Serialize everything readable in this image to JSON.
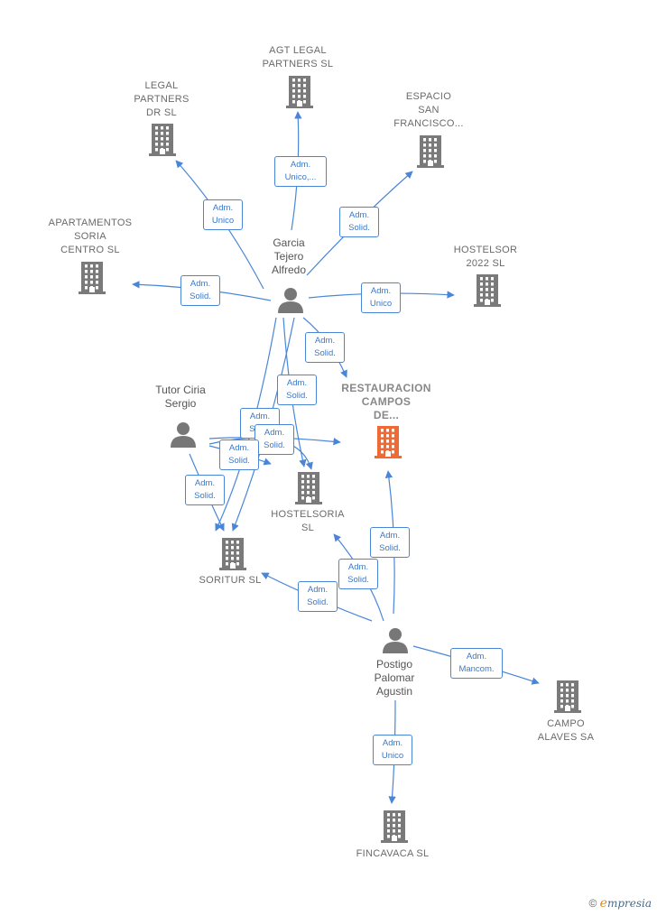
{
  "companies": [
    {
      "id": "agt",
      "lines": [
        "AGT LEGAL",
        "PARTNERS  SL"
      ]
    },
    {
      "id": "legal",
      "lines": [
        "LEGAL",
        "PARTNERS",
        "DR  SL"
      ]
    },
    {
      "id": "espacio",
      "lines": [
        "ESPACIO",
        "SAN",
        "FRANCISCO..."
      ]
    },
    {
      "id": "apartamentos",
      "lines": [
        "APARTAMENTOS",
        "SORIA",
        "CENTRO  SL"
      ]
    },
    {
      "id": "hostelsor",
      "lines": [
        "HOSTELSOR",
        "2022  SL"
      ]
    },
    {
      "id": "restauracion",
      "lines": [
        "RESTAURACION",
        "CAMPOS",
        "DE..."
      ],
      "focus": true
    },
    {
      "id": "hostelsoria",
      "lines": [
        "HOSTELSORIA",
        "SL"
      ]
    },
    {
      "id": "soritur",
      "lines": [
        "SORITUR SL"
      ]
    },
    {
      "id": "campo",
      "lines": [
        "CAMPO",
        "ALAVES SA"
      ]
    },
    {
      "id": "fincavaca",
      "lines": [
        "FINCAVACA  SL"
      ]
    }
  ],
  "people": [
    {
      "id": "garcia",
      "lines": [
        "Garcia",
        "Tejero",
        "Alfredo"
      ]
    },
    {
      "id": "tutor",
      "lines": [
        "Tutor Ciria",
        "Sergio"
      ]
    },
    {
      "id": "postigo",
      "lines": [
        "Postigo",
        "Palomar",
        "Agustin"
      ]
    }
  ],
  "roles": [
    {
      "id": "r1",
      "lines": [
        "Adm.",
        "Unico,..."
      ]
    },
    {
      "id": "r2",
      "lines": [
        "Adm.",
        "Unico"
      ]
    },
    {
      "id": "r3",
      "lines": [
        "Adm.",
        "Solid."
      ]
    },
    {
      "id": "r4",
      "lines": [
        "Adm.",
        "Solid."
      ]
    },
    {
      "id": "r5",
      "lines": [
        "Adm.",
        "Unico"
      ]
    },
    {
      "id": "r6",
      "lines": [
        "Adm.",
        "Solid."
      ]
    },
    {
      "id": "r7",
      "lines": [
        "Adm.",
        "Solid."
      ]
    },
    {
      "id": "r8",
      "lines": [
        "Adm.",
        "Solid."
      ]
    },
    {
      "id": "r9",
      "lines": [
        "Adm.",
        "Solid."
      ]
    },
    {
      "id": "r10",
      "lines": [
        "Adm.",
        "Solid."
      ]
    },
    {
      "id": "r11",
      "lines": [
        "Adm.",
        "Solid."
      ]
    },
    {
      "id": "r12",
      "lines": [
        "Adm.",
        "Solid."
      ]
    },
    {
      "id": "r13",
      "lines": [
        "Adm.",
        "Solid."
      ]
    },
    {
      "id": "r14",
      "lines": [
        "Adm.",
        "Solid."
      ]
    },
    {
      "id": "r15",
      "lines": [
        "Adm.",
        "Mancom."
      ]
    },
    {
      "id": "r16",
      "lines": [
        "Adm.",
        "Unico"
      ]
    }
  ],
  "colors": {
    "edge": "#4a86d8",
    "building": "#7a7a7a",
    "focus_building": "#f06a35",
    "person": "#777777"
  },
  "footer": {
    "symbol": "©",
    "brand_initial": "e",
    "brand_rest": "mpresia"
  }
}
